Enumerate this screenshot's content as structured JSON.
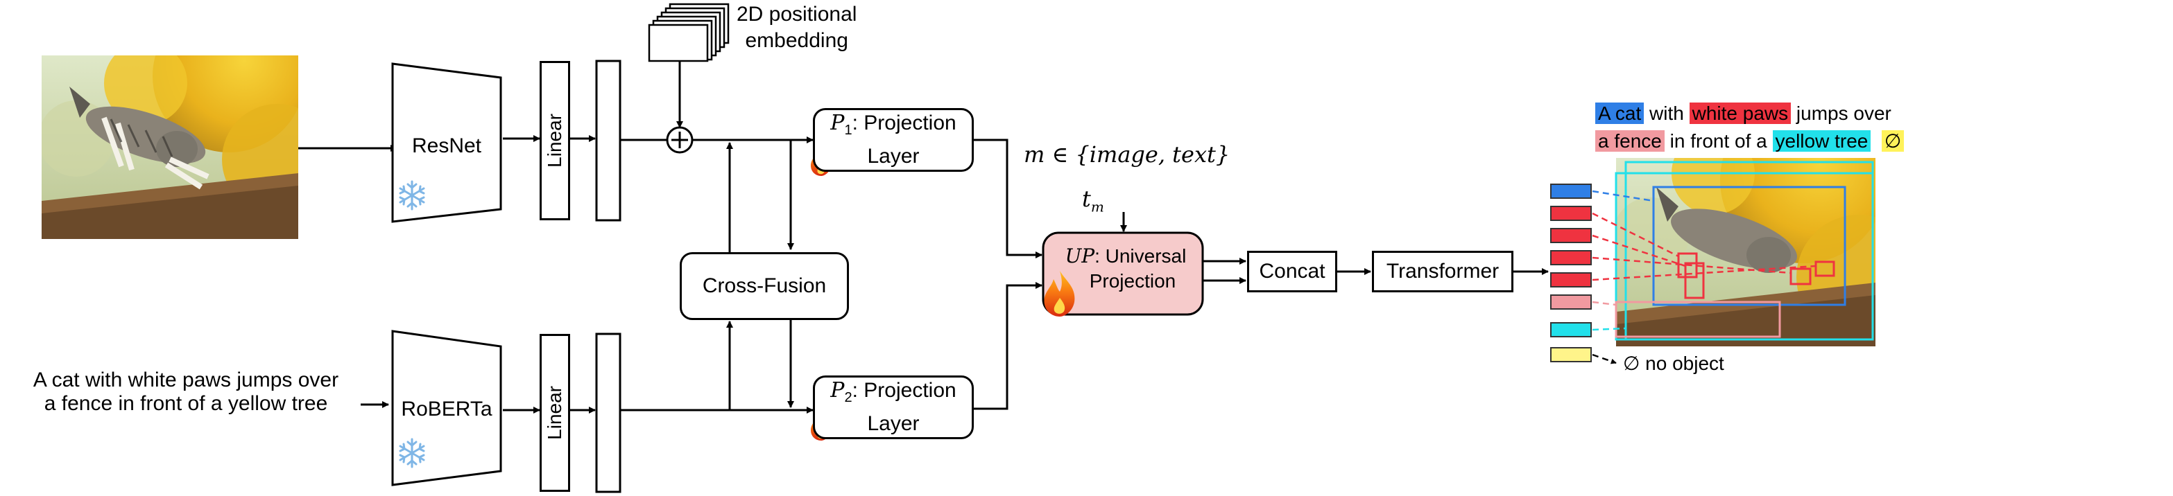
{
  "input": {
    "text_line1": "A cat with white paws jumps over",
    "text_line2": "a fence in front of a yellow tree"
  },
  "positional": {
    "line1": "2D positional",
    "line2": "embedding"
  },
  "encoders": {
    "image": "ResNet",
    "text": "RoBERTa"
  },
  "linear": {
    "image": "Linear",
    "text": "Linear"
  },
  "cross_fusion": "Cross-Fusion",
  "proj1": {
    "sym": "P",
    "sub": "1",
    "label": ": Projection",
    "line2": "Layer"
  },
  "proj2": {
    "sym": "P",
    "sub": "2",
    "label": ": Projection",
    "line2": "Layer"
  },
  "modality": {
    "formula": "m ∈ {image, text}",
    "token_sym": "t",
    "token_sub": "m"
  },
  "universal": {
    "sym": "UP",
    "label": ": Universal",
    "line2": "Projection"
  },
  "concat": "Concat",
  "transformer": "Transformer",
  "caption": {
    "row1": [
      {
        "text": "A cat",
        "bg": "#2f7fe6"
      },
      {
        "text": " with ",
        "bg": ""
      },
      {
        "text": "white paws",
        "bg": "#ef3340"
      },
      {
        "text": " jumps over",
        "bg": ""
      }
    ],
    "row2": [
      {
        "text": "a fence",
        "bg": "#f19aa0"
      },
      {
        "text": " in front of a ",
        "bg": ""
      },
      {
        "text": "yellow tree",
        "bg": "#22e0ea"
      },
      {
        "text": "  ",
        "bg": ""
      },
      {
        "text": "∅",
        "bg": "#fff25a"
      }
    ]
  },
  "no_object": "∅ no object",
  "colors": {
    "cat": "#2f7fe6",
    "paws": "#ef3340",
    "fence": "#f19aa0",
    "tree": "#22e0ea",
    "empty": "#fff48a",
    "universal_fill": "#f6cbcb"
  },
  "icons": [
    "snowflake-icon",
    "flame-icon",
    "plus-icon",
    "image-thumbnail",
    "feature-map-stack-icon"
  ]
}
